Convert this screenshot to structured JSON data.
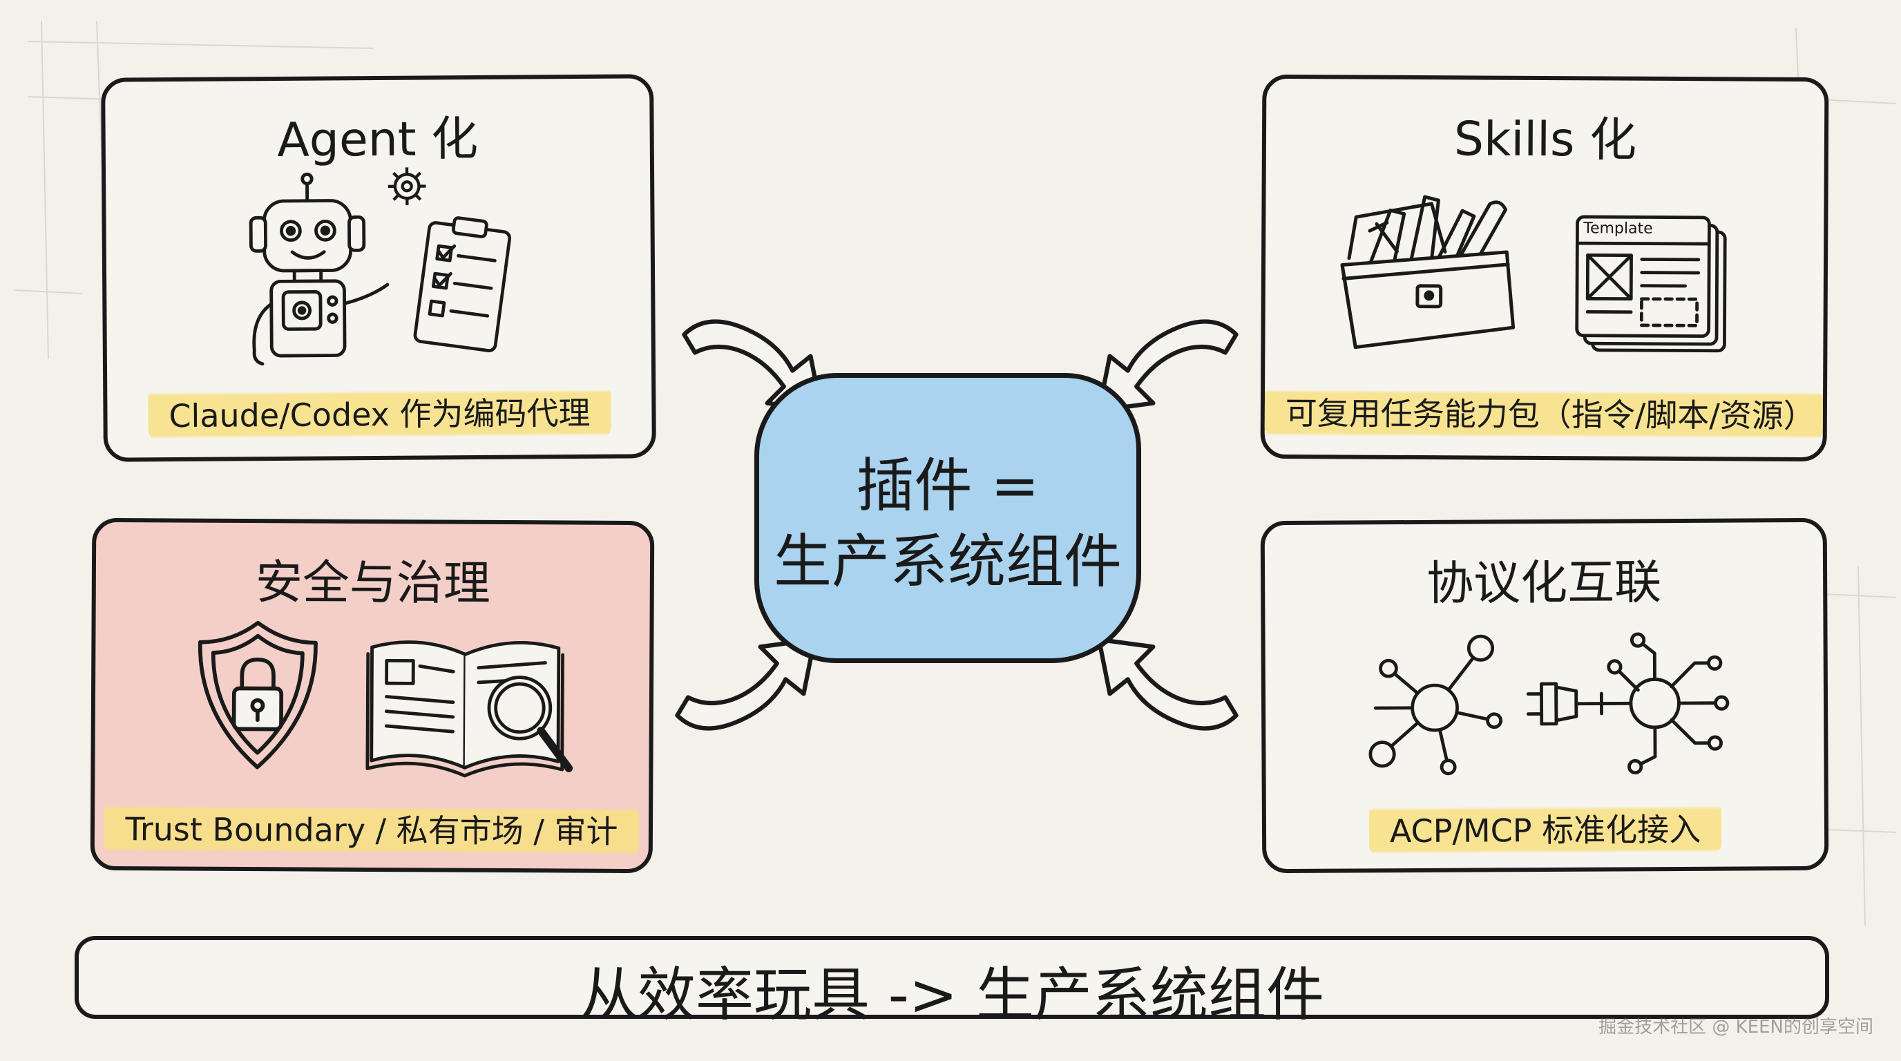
{
  "cards": {
    "agent": {
      "title": "Agent 化",
      "caption": "Claude/Codex 作为编码代理"
    },
    "skills": {
      "title": "Skills 化",
      "caption": "可复用任务能力包（指令/脚本/资源）",
      "template_label": "Template"
    },
    "security": {
      "title": "安全与治理",
      "caption": "Trust Boundary / 私有市场 / 审计"
    },
    "protocol": {
      "title": "协议化互联",
      "caption": "ACP/MCP 标准化接入"
    }
  },
  "center": {
    "line1": "插件 =",
    "line2": "生产系统组件"
  },
  "bottom": {
    "text": "从效率玩具 -> 生产系统组件"
  },
  "watermark": "掘金技术社区 @ KEEN的创享空间",
  "colors": {
    "background": "#f3f1ea",
    "center_fill": "#a9d3ef",
    "security_fill": "#f3cfc8",
    "highlight": "#f8e082",
    "ink": "#1a1a1a"
  },
  "icons": [
    "robot-icon",
    "gear-icon",
    "clipboard-checklist-icon",
    "toolbox-icon",
    "template-document-icon",
    "shield-lock-icon",
    "open-book-magnifier-icon",
    "network-node-icon",
    "plug-connector-icon"
  ]
}
